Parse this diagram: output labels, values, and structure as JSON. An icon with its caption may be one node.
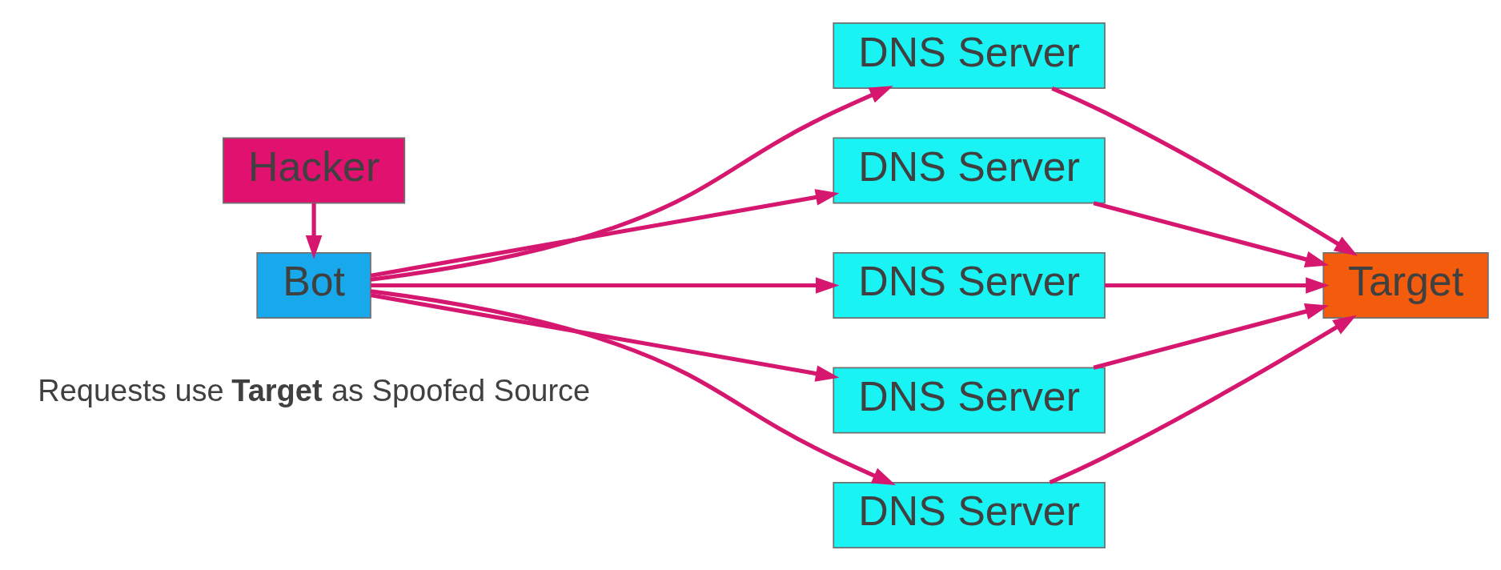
{
  "diagram": {
    "nodes": [
      {
        "text": [
          "Hacker"
        ]
      },
      {
        "text": [
          "Bot"
        ],
        "beside": [
          "Requests use **Target** as Spoofed Source"
        ]
      },
      {
        "text": [
          "DNS Server"
        ]
      },
      {
        "text": [
          "DNS Server"
        ]
      },
      {
        "text": [
          "DNS Server"
        ]
      },
      {
        "text": [
          "DNS Server"
        ]
      },
      {
        "text": [
          "DNS Server"
        ]
      },
      {
        "text": [
          "Target"
        ]
      }
    ],
    "edges": [
      {
        "from": 0,
        "to": 1,
        "arrow": "to"
      },
      {
        "from": 1,
        "to": 2,
        "arrow": "to"
      },
      {
        "from": 1,
        "to": 3,
        "arrow": "to"
      },
      {
        "from": 1,
        "to": 4,
        "arrow": "to"
      },
      {
        "from": 1,
        "to": 5,
        "arrow": "to"
      },
      {
        "from": 1,
        "to": 6,
        "arrow": "to"
      },
      {
        "from": 2,
        "to": 7,
        "arrow": "to"
      },
      {
        "from": 3,
        "to": 7,
        "arrow": "to"
      },
      {
        "from": 4,
        "to": 7,
        "arrow": "to"
      },
      {
        "from": 5,
        "to": 7,
        "arrow": "to"
      },
      {
        "from": 6,
        "to": 7,
        "arrow": "to"
      }
    ]
  }
}
